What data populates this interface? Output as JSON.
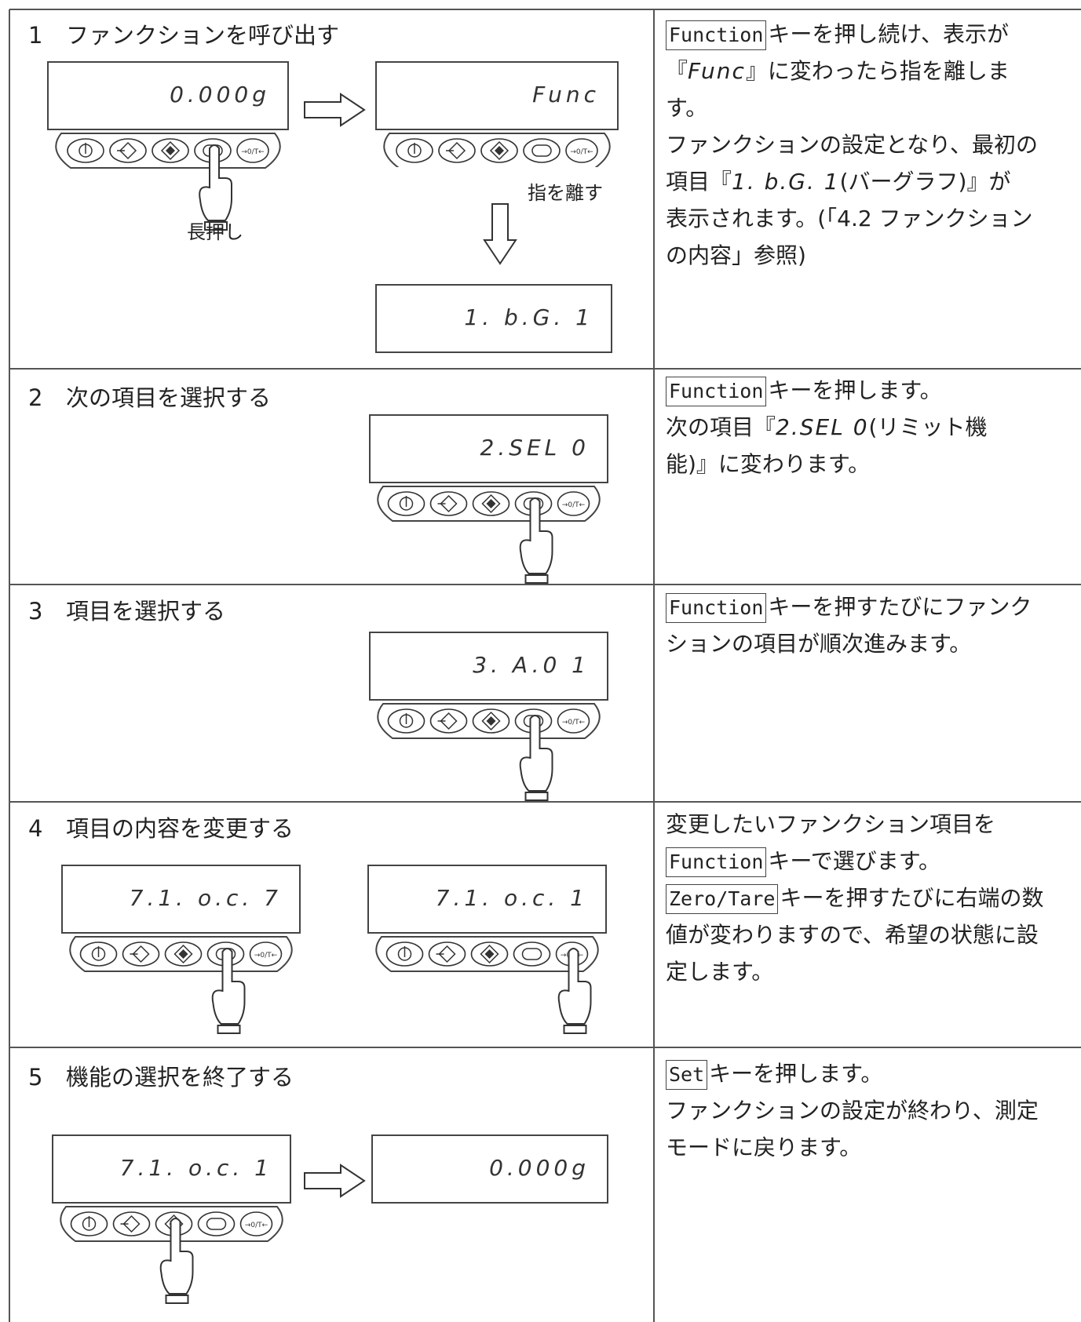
{
  "rows": [
    {
      "number": "1",
      "title": "ファンクションを呼び出す",
      "displays": [
        "0.000g",
        "Func",
        "1. b.G.  1"
      ],
      "captions": {
        "hold": "長押し",
        "release": "指を離す"
      },
      "desc": {
        "l1_key": "Function",
        "l1": "キーを押し続け、表示が",
        "l2a": "『",
        "l2_lcd": "Func",
        "l2b": "』に変わったら指を離しま",
        "l3": "す。",
        "l4": "ファンクションの設定となり、最初の",
        "l5a": "項目『",
        "l5_lcd": "1.  b.G.  1",
        "l5b": "(バーグラフ)』が",
        "l6": "表示されます。(「4.2 ファンクション",
        "l7": "の内容」参照)"
      }
    },
    {
      "number": "2",
      "title": "次の項目を選択する",
      "displays": [
        "2.SEL  0"
      ],
      "desc": {
        "l1_key": "Function",
        "l1": "キーを押します。",
        "l2a": "次の項目『",
        "l2_lcd": "2.SEL  0",
        "l2b": "(リミット機",
        "l3": "能)』に変わります。"
      }
    },
    {
      "number": "3",
      "title": "項目を選択する",
      "displays": [
        "3.  A.0  1"
      ],
      "desc": {
        "l1_key": "Function",
        "l1": "キーを押すたびにファンク",
        "l2": "ションの項目が順次進みます。"
      }
    },
    {
      "number": "4",
      "title": "項目の内容を変更する",
      "displays": [
        "7.1. o.c.  7",
        "7.1. o.c.  1"
      ],
      "desc": {
        "l1": "変更したいファンクション項目を",
        "l2_key": "Function",
        "l2": "キーで選びます。",
        "l3_key": "Zero/Tare",
        "l3": "キーを押すたびに右端の数",
        "l4": "値が変わりますので、希望の状態に設",
        "l5": "定します。"
      }
    },
    {
      "number": "5",
      "title": "機能の選択を終了する",
      "displays": [
        "7.1. o.c.  1",
        "0.000g"
      ],
      "desc": {
        "l1_key": "Set",
        "l1": "キーを押します。",
        "l2": "ファンクションの設定が終わり、測定",
        "l3": "モードに戻ります。"
      }
    }
  ],
  "panel_key_icons": [
    "power-key-icon",
    "print-key-icon",
    "set-key-icon",
    "function-key-icon",
    "zero-tare-key-icon"
  ],
  "panel_key_glyph": "→0/T←"
}
